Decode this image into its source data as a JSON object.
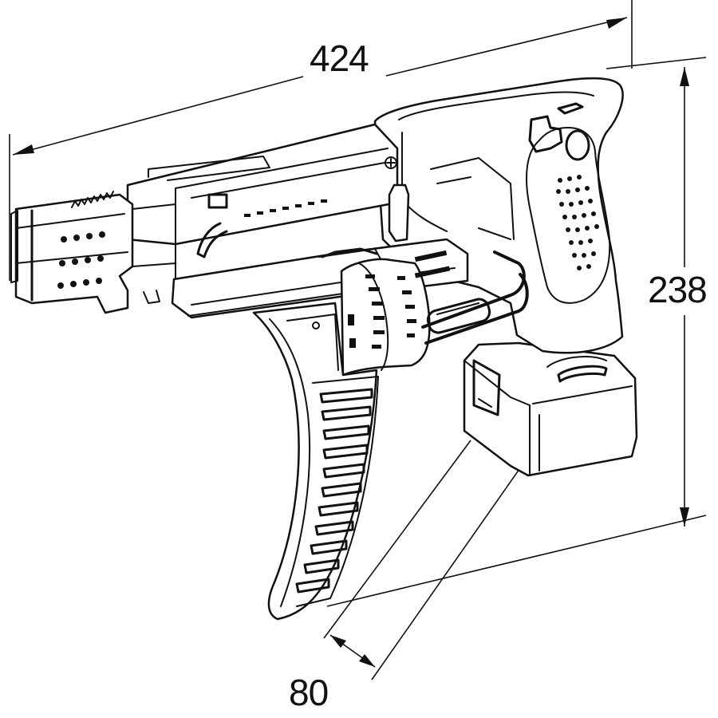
{
  "dimensions": {
    "length": "424",
    "height": "238",
    "width": "80"
  }
}
